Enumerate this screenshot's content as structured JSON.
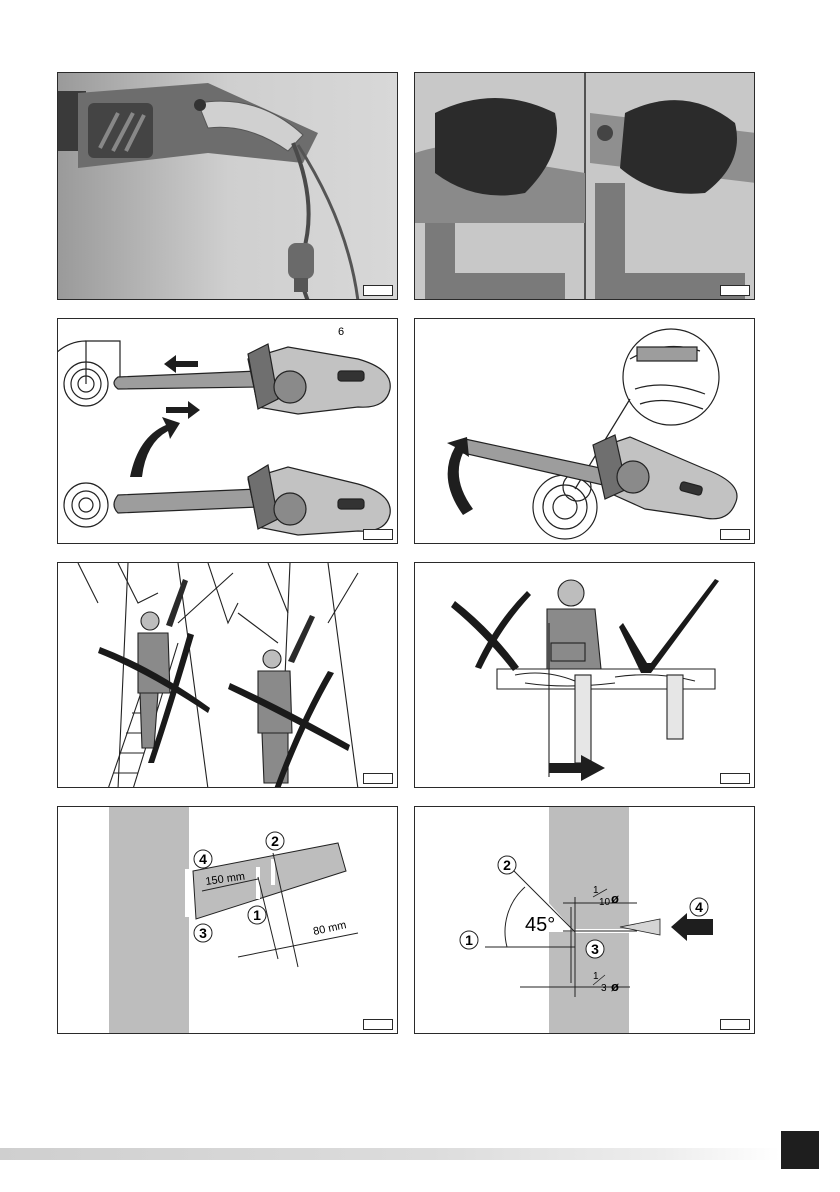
{
  "fig3": {
    "label_6": "6"
  },
  "fig7": {
    "label_150mm": "150 mm",
    "label_80mm": "80 mm",
    "marker_1": "1",
    "marker_2": "2",
    "marker_3": "3",
    "marker_4": "4"
  },
  "fig8": {
    "angle": "45°",
    "fraction_top_num": "1",
    "fraction_top_den": "10",
    "fraction_bottom_num": "1",
    "fraction_bottom_den": "3",
    "diameter_symbol": "ø",
    "marker_1": "1",
    "marker_2": "2",
    "marker_3": "3",
    "marker_4": "4"
  },
  "colors": {
    "frame": "#2a2a2a",
    "photo_bg": "#bdbdbd",
    "footer_box": "#1e1e1e"
  }
}
